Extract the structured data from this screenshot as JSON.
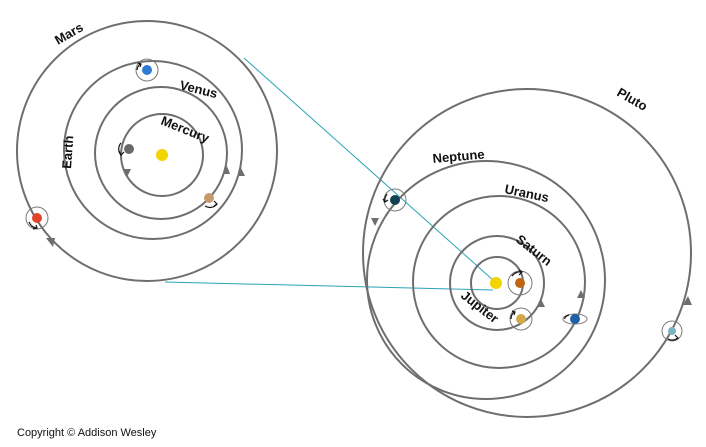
{
  "labels": {
    "mars": "Mars",
    "earth": "Earth",
    "venus": "Venus",
    "mercury": "Mercury",
    "pluto": "Pluto",
    "neptune": "Neptune",
    "uranus": "Uranus",
    "saturn": "Saturn",
    "jupiter": "Jupiter"
  },
  "copyright": "Copyright © Addison Wesley",
  "colors": {
    "orbit": "#6e6e6e",
    "guide_line": "#2ba3b7",
    "sun": "#f2d400",
    "mercury": "#6a6a6a",
    "venus": "#c79a6b",
    "earth": "#2f7bd1",
    "mars": "#e0452a",
    "jupiter": "#d4a84a",
    "saturn": "#c0650f",
    "uranus": "#1f5fa8",
    "neptune": "#133f52",
    "pluto": "#7db3c4"
  }
}
